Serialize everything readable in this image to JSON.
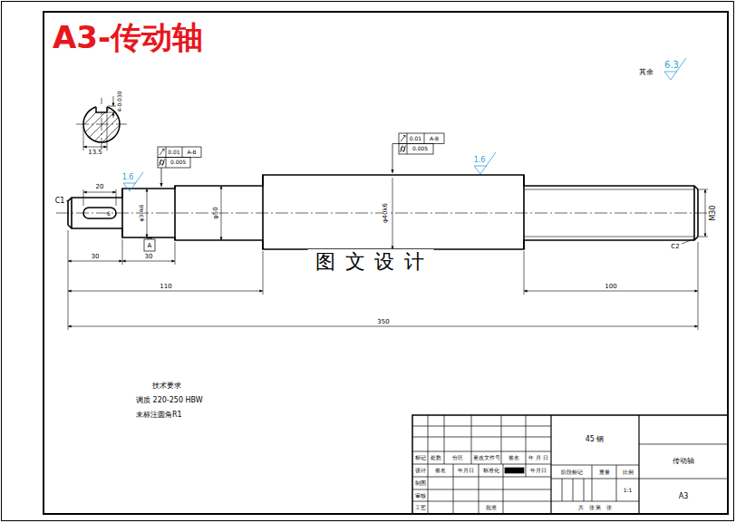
{
  "diagram": {
    "title": "A3-传动轴",
    "labels": [
      "其余",
      "6.3",
      "4-0.030",
      "13.5",
      "0.01",
      "A-B",
      "0.005",
      "1.6",
      "20",
      "C1",
      "6",
      "φ30k6",
      "φ50",
      "A",
      "0.01",
      "A-B",
      "0.005",
      "1.6",
      "φ40k6",
      "M30",
      "C2",
      "30",
      "30",
      "110",
      "100",
      "350",
      "图 文 设 计",
      "技术要求",
      "调质 220-250 HBW",
      "未标注圆角R1",
      "45 钢",
      "传动轴",
      "A3",
      "标记",
      "处数",
      "分区",
      "更改文件号",
      "签名",
      "年 月 日",
      "设计",
      "签名",
      "年月日",
      "标准化",
      "年月日",
      "制图",
      "审核",
      "工艺",
      "批准",
      "阶段标记",
      "重量",
      "比例",
      "1:1",
      "共   张 第   张"
    ]
  }
}
